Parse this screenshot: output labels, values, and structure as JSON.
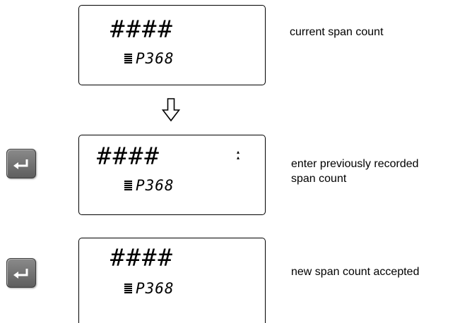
{
  "steps": [
    {
      "display_main": "####",
      "display_code": "P368",
      "caption": "current span count"
    },
    {
      "display_main": "####",
      "display_code": "P368",
      "caption_line1": "enter previously recorded",
      "caption_line2": "span count"
    },
    {
      "display_main": "####",
      "display_code": "P368",
      "caption": "new span count accepted"
    }
  ],
  "icons": {
    "flow_arrow": "down-arrow-icon",
    "enter_key": "enter-key-icon",
    "code_prefix": "bar-graph-icon",
    "edit_marker": "up-down-marker-icon"
  },
  "colors": {
    "key_face": "#6e6e6e",
    "key_symbol": "#ffffff"
  }
}
